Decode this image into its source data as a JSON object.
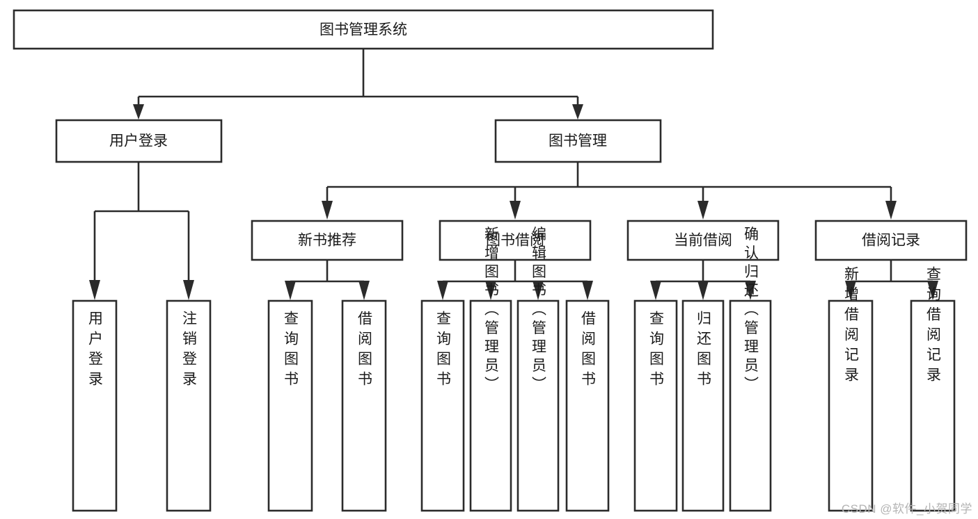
{
  "diagram": {
    "title": "图书管理系统",
    "type": "tree",
    "root": {
      "label": "图书管理系统",
      "children": [
        {
          "label": "用户登录",
          "children": [
            {
              "label": "用户登录",
              "orientation": "vertical"
            },
            {
              "label": "注销登录",
              "orientation": "vertical"
            }
          ]
        },
        {
          "label": "图书管理",
          "children": [
            {
              "label": "新书推荐",
              "children": [
                {
                  "label": "查询图书",
                  "orientation": "vertical"
                },
                {
                  "label": "借阅图书",
                  "orientation": "vertical"
                }
              ]
            },
            {
              "label": "图书借阅",
              "children": [
                {
                  "label": "查询图书",
                  "orientation": "vertical"
                },
                {
                  "label": "新增图书（管理员）",
                  "orientation": "vertical"
                },
                {
                  "label": "编辑图书（管理员）",
                  "orientation": "vertical"
                },
                {
                  "label": "借阅图书",
                  "orientation": "vertical"
                }
              ]
            },
            {
              "label": "当前借阅",
              "children": [
                {
                  "label": "查询图书",
                  "orientation": "vertical"
                },
                {
                  "label": "归还图书",
                  "orientation": "vertical"
                },
                {
                  "label": "确认归还（管理员）",
                  "orientation": "vertical"
                }
              ]
            },
            {
              "label": "借阅记录",
              "children": [
                {
                  "label": "新增借阅记录",
                  "orientation": "vertical"
                },
                {
                  "label": "查询借阅记录",
                  "orientation": "vertical"
                }
              ]
            }
          ]
        }
      ]
    }
  },
  "labels": {
    "root": "图书管理系统",
    "l1_user_login": "用户登录",
    "l1_book_manage": "图书管理",
    "l2_new_book": "新书推荐",
    "l2_borrow": "图书借阅",
    "l2_current": "当前借阅",
    "l2_record": "借阅记录",
    "leaf_user_login": "用户登录",
    "leaf_logout": "注销登录",
    "leaf_query_book_a": "查询图书",
    "leaf_borrow_book_a": "借阅图书",
    "leaf_query_book_b": "查询图书",
    "leaf_add_book": "新增图书（管理员）",
    "leaf_edit_book": "编辑图书（管理员）",
    "leaf_borrow_book_b": "借阅图书",
    "leaf_query_book_c": "查询图书",
    "leaf_return_book": "归还图书",
    "leaf_confirm_return": "确认归还（管理员）",
    "leaf_add_record": "新增借阅记录",
    "leaf_query_record": "查询借阅记录"
  },
  "watermark": {
    "text": "CSDN @软件_小贺同学"
  },
  "colors": {
    "stroke": "#2b2b2b",
    "fill": "#ffffff",
    "text": "#1a1a1a",
    "watermark": "#b4b4b4"
  }
}
